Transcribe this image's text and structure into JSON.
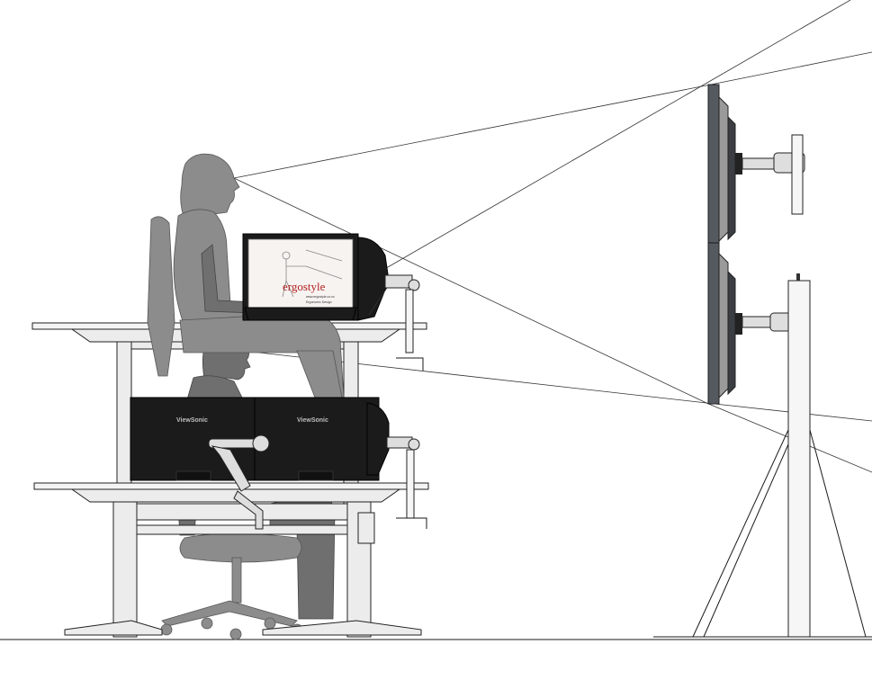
{
  "screen": {
    "logo_text": "ergostyle",
    "logo_subtext_1": "www.ergostyle.co.nz",
    "logo_subtext_2": "Ergonomic Design"
  },
  "monitors": {
    "brand_left": "ViewSonic",
    "brand_right": "ViewSonic"
  },
  "colors": {
    "person": "#8c8c8c",
    "monitor": "#1b1b1b",
    "wall_monitor": "#555a60",
    "logo": "#b02020"
  }
}
